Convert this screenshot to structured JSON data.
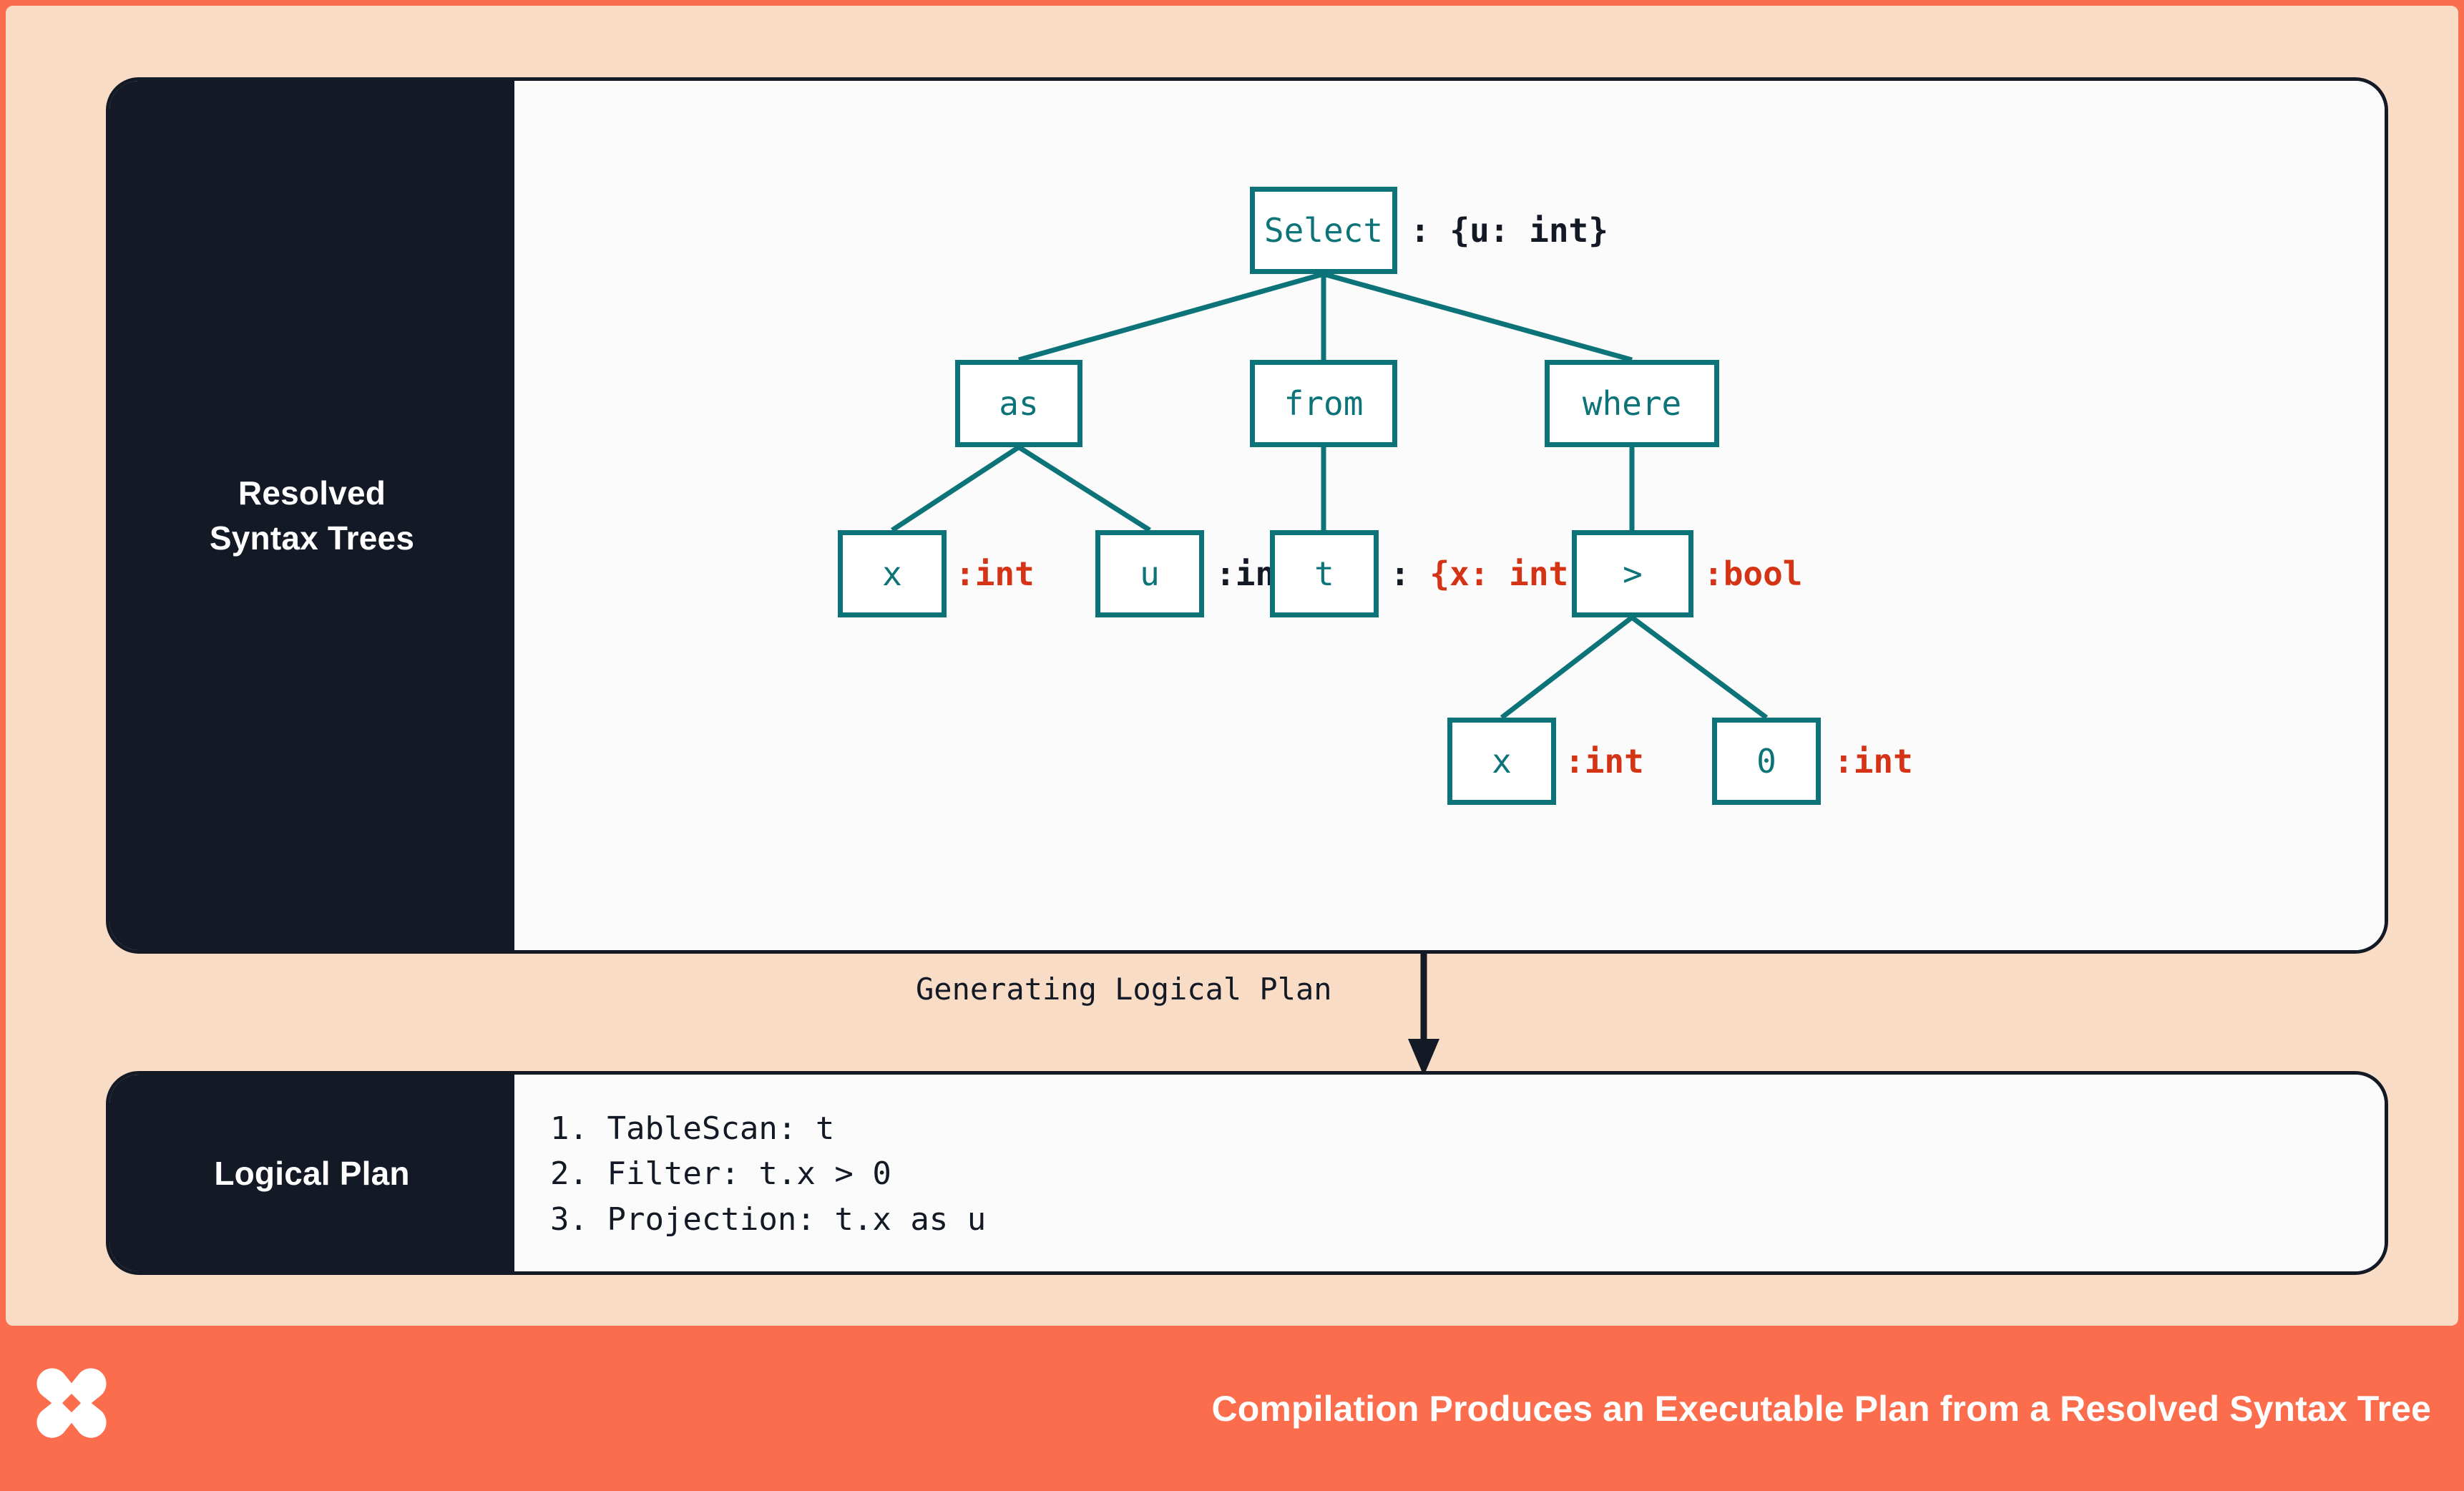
{
  "colors": {
    "background": "#FB6D4C",
    "panel": "#F8DCC6",
    "card_bg": "#FBFBFB",
    "card_border": "#131A26",
    "sidebar": "#131A26",
    "node_teal": "#0C7379",
    "type_error_red": "#D53316",
    "type_ok_dark": "#131A26",
    "footer": "#FB6D4C"
  },
  "rst_section": {
    "sidebar_label_line1": "Resolved",
    "sidebar_label_line2": "Syntax Trees"
  },
  "tree": {
    "nodes": [
      {
        "id": "select",
        "label": "Select",
        "annotation": ": {u: int}",
        "annotation_color": "dark"
      },
      {
        "id": "as",
        "label": "as",
        "annotation": "",
        "annotation_color": "dark"
      },
      {
        "id": "from",
        "label": "from",
        "annotation": "",
        "annotation_color": "dark"
      },
      {
        "id": "where",
        "label": "where",
        "annotation": "",
        "annotation_color": "dark"
      },
      {
        "id": "as_x",
        "label": "x",
        "annotation": ":int",
        "annotation_color": "red"
      },
      {
        "id": "as_u",
        "label": "u",
        "annotation": ":int",
        "annotation_color": "dark"
      },
      {
        "id": "from_t",
        "label": "t",
        "annotation": ": {x: int,...}",
        "annotation_color": "mixed"
      },
      {
        "id": "gt",
        "label": ">",
        "annotation": ":bool",
        "annotation_color": "red"
      },
      {
        "id": "gt_x",
        "label": "x",
        "annotation": ":int",
        "annotation_color": "red"
      },
      {
        "id": "gt_0",
        "label": "0",
        "annotation": ":int",
        "annotation_color": "red"
      }
    ],
    "edges": [
      {
        "from": "select",
        "to": "as"
      },
      {
        "from": "select",
        "to": "from"
      },
      {
        "from": "select",
        "to": "where"
      },
      {
        "from": "as",
        "to": "as_x"
      },
      {
        "from": "as",
        "to": "as_u"
      },
      {
        "from": "from",
        "to": "from_t"
      },
      {
        "from": "where",
        "to": "gt"
      },
      {
        "from": "gt",
        "to": "gt_x"
      },
      {
        "from": "gt",
        "to": "gt_0"
      }
    ],
    "annotation_parts": {
      "from_t_colon": ":",
      "from_t_type": " {x: int,...}"
    }
  },
  "connector": {
    "label": "Generating Logical Plan"
  },
  "logical_plan_section": {
    "sidebar_label": "Logical Plan",
    "steps": [
      "1. TableScan: t",
      "2. Filter: t.x > 0",
      "3. Projection: t.x as u"
    ]
  },
  "footer": {
    "caption": "Compilation Produces an Executable Plan from a Resolved Syntax Tree"
  }
}
